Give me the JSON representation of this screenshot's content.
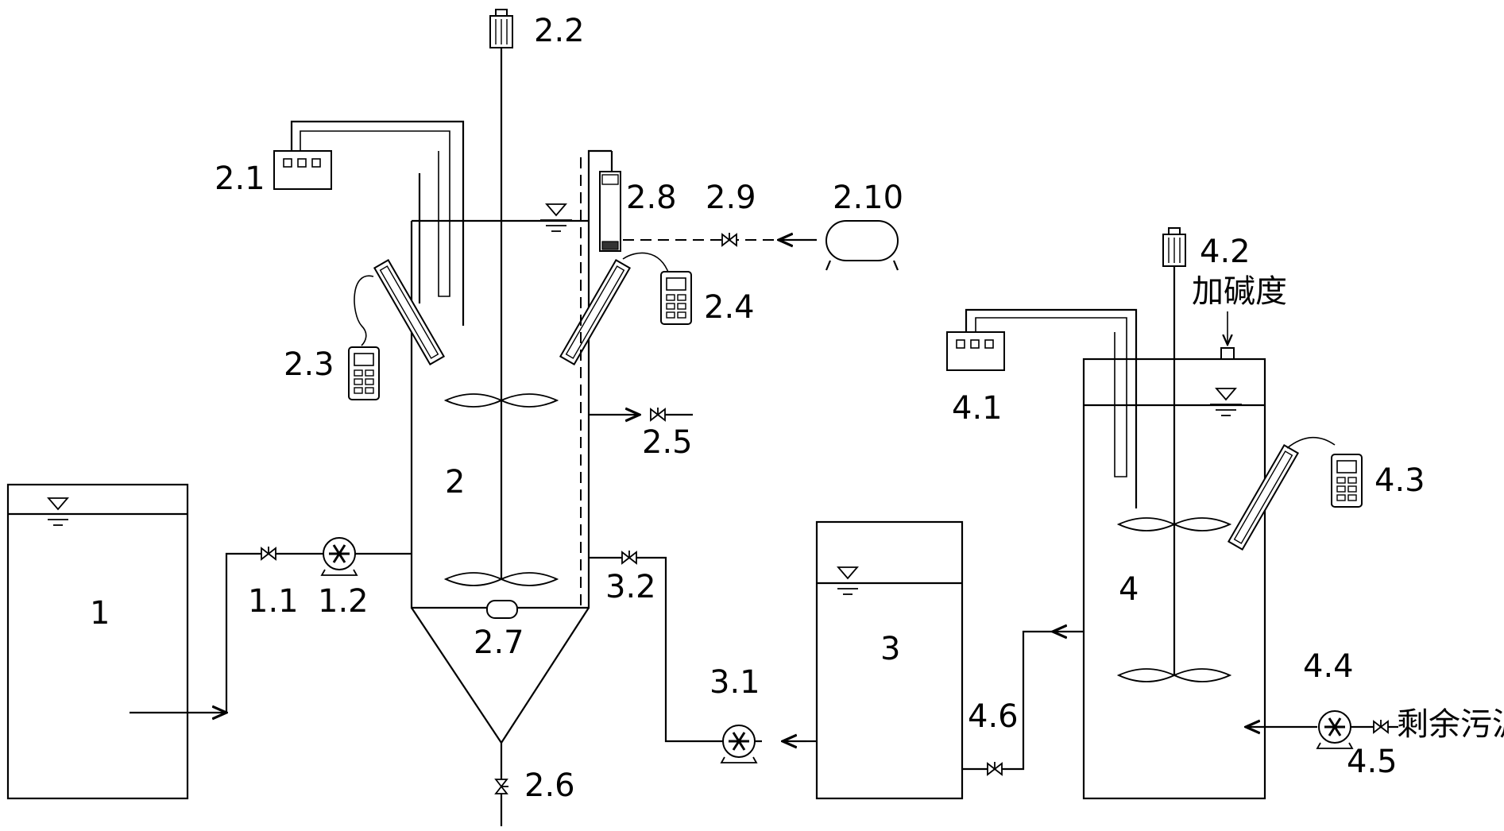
{
  "labels": {
    "l1": "1",
    "l1_1": "1.1",
    "l1_2": "1.2",
    "l2": "2",
    "l2_1": "2.1",
    "l2_2": "2.2",
    "l2_3": "2.3",
    "l2_4": "2.4",
    "l2_5": "2.5",
    "l2_6": "2.6",
    "l2_7": "2.7",
    "l2_8": "2.8",
    "l2_9": "2.9",
    "l2_10": "2.10",
    "l3": "3",
    "l3_1": "3.1",
    "l3_2": "3.2",
    "l4": "4",
    "l4_1": "4.1",
    "l4_2": "4.2",
    "l4_3": "4.3",
    "l4_4": "4.4",
    "l4_5": "4.5",
    "l4_6": "4.6",
    "alkalinity": "加碱度",
    "excess_sludge": "剩余污泥"
  }
}
